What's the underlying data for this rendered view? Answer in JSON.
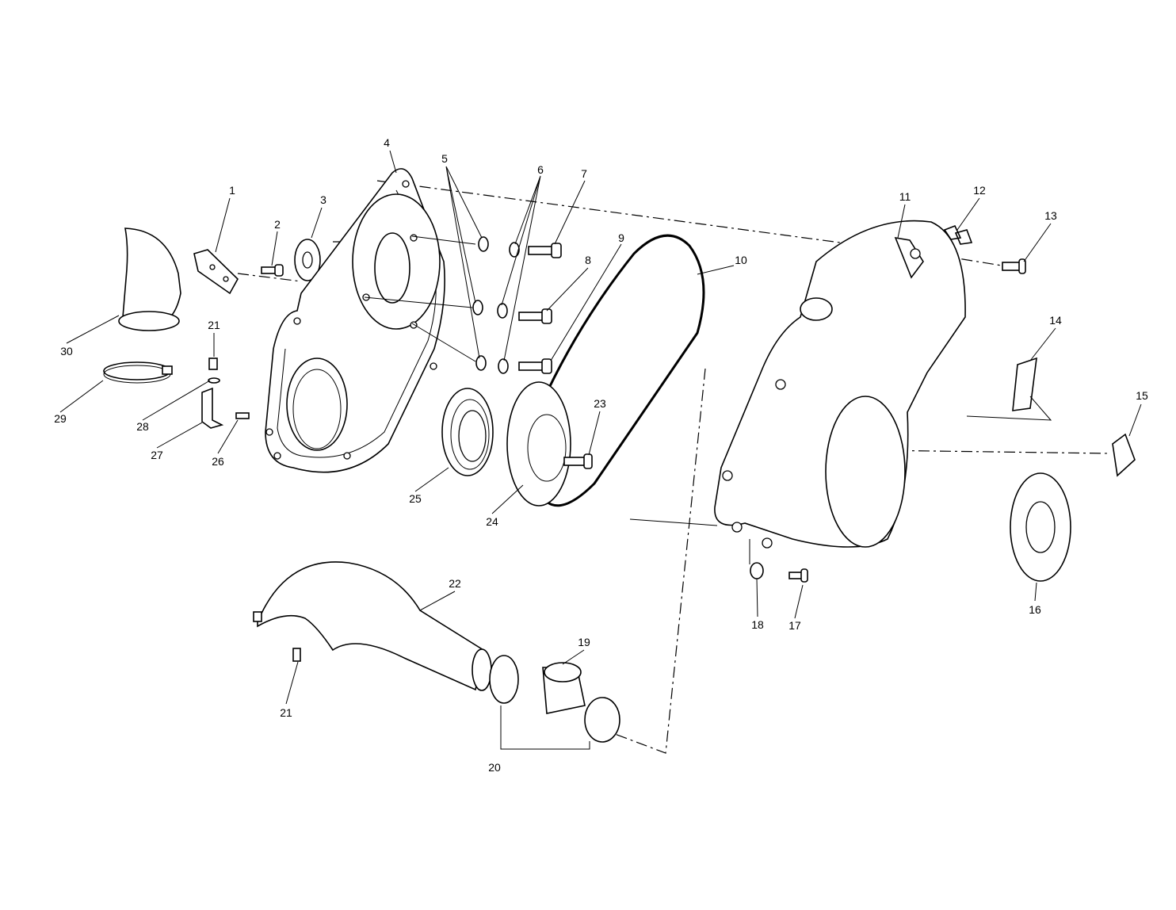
{
  "diagram": {
    "callouts": [
      "1",
      "2",
      "3",
      "4",
      "5",
      "6",
      "7",
      "8",
      "9",
      "10",
      "11",
      "12",
      "13",
      "14",
      "15",
      "16",
      "17",
      "18",
      "19",
      "20",
      "21",
      "21",
      "22",
      "23",
      "24",
      "25",
      "26",
      "27",
      "28",
      "29",
      "30"
    ]
  }
}
